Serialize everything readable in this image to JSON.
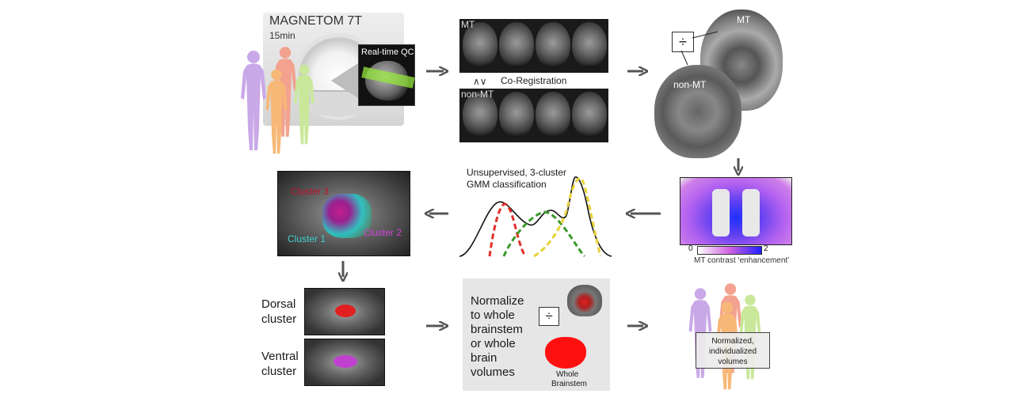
{
  "scanner": {
    "title": "MAGNETOM 7T",
    "duration": "15min",
    "qc_label": "Real-time QC"
  },
  "coreg": {
    "mt_label": "MT",
    "nonmt_label": "non-MT",
    "coreg_label": "Co-Registration",
    "arrows": "∧∨"
  },
  "ratio": {
    "mt_label": "MT",
    "nonmt_label": "non-MT",
    "divide_symbol": "÷"
  },
  "contrast": {
    "min": "0",
    "max": "2",
    "caption": "MT contrast ‘enhancement’"
  },
  "gmm": {
    "title_line1": "Unsupervised, 3-cluster",
    "title_line2": "GMM classification"
  },
  "clusters": {
    "c1": "Cluster 1",
    "c2": "Cluster 2",
    "c3": "Cluster 3"
  },
  "bottom_left": {
    "dorsal_line1": "Dorsal",
    "dorsal_line2": "cluster",
    "ventral_line1": "Ventral",
    "ventral_line2": "cluster"
  },
  "normalize": {
    "lines": [
      "Normalize",
      "to whole",
      "brainstem",
      "or whole",
      "brain",
      "volumes"
    ],
    "divide_symbol": "÷",
    "whole_line1": "Whole",
    "whole_line2": "Brainstem"
  },
  "result": {
    "line1": "Normalized,",
    "line2": "individualized",
    "line3": "volumes"
  },
  "colors": {
    "purple": "#c9a8e8",
    "salmon": "#f2a28f",
    "orange": "#f7b877",
    "green": "#c9e89a",
    "red_dash": "#e0302a",
    "green_dash": "#3a9a2a",
    "yellow_dash": "#e8d23a"
  }
}
